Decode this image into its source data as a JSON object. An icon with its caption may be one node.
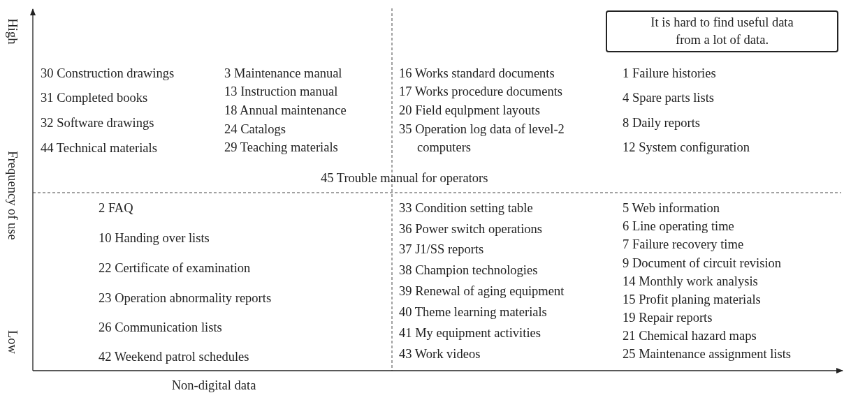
{
  "diagram": {
    "nodes": [
      {
        "text": [
          "It is hard to find useful data from a lot of data."
        ]
      }
    ],
    "labels": [
      "High",
      "Frequency of use",
      "Low",
      "30 Construction drawings",
      "31 Completed books",
      "32 Software drawings",
      "44 Technical materials",
      "3 Maintenance manual",
      "13 Instruction manual",
      "18 Annual maintenance",
      "24 Catalogs",
      "29 Teaching materials",
      "16 Works standard documents",
      "17 Works procedure documents",
      "20 Field equlpment layouts",
      "35 Operation log data of level-2 computers",
      "1 Failure histories",
      "4 Spare parts lists",
      "8 Daily reports",
      "12 System configuration",
      "45 Trouble manual for operators",
      "2 FAQ",
      "10 Handing over lists",
      "22 Certificate of examination",
      "23 Operation abnormality reports",
      "26 Communication lists",
      "42 Weekend patrol schedules",
      "33 Condition setting table",
      "36 Power switch operations",
      "37 J1/SS reports",
      "38 Champion technologies",
      "39 Renewal of aging equipment",
      "40 Theme learning materials",
      "41 My equipment activities",
      "43 Work videos",
      "5 Web information",
      "6 Line operating time",
      "7 Failure recovery time",
      "9 Document of circuit revision",
      "14 Monthly work analysis",
      "15 Profit planing materials",
      "19 Repair reports",
      "21 Chemical hazard maps",
      "25 Maintenance assignment lists",
      "Non-digital data"
    ]
  }
}
